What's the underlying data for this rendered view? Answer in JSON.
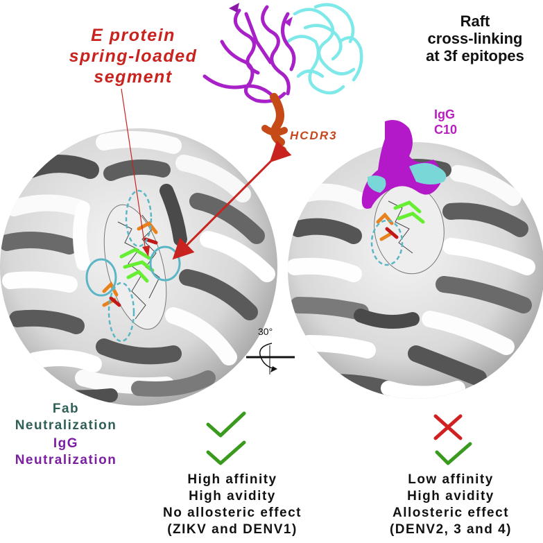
{
  "labels": {
    "spring_loaded": [
      "E protein",
      "spring-loaded",
      "segment"
    ],
    "raft": [
      "Raft",
      "cross-linking",
      "at 3f epitopes"
    ],
    "hcdr3": "HCDR3",
    "igg_c10": [
      "IgG",
      "C10"
    ],
    "rotation": "30°",
    "fab_neutralization": [
      "Fab",
      "Neutralization"
    ],
    "igg_neutralization": [
      "IgG",
      "Neutralization"
    ],
    "left_properties": [
      "High affinity",
      "High avidity",
      "No allosteric effect",
      "(ZIKV and DENV1)"
    ],
    "right_properties": [
      "Low affinity",
      "High avidity",
      "Allosteric effect",
      "(DENV2, 3 and 4)"
    ]
  },
  "results": {
    "left": {
      "fab": "check",
      "igg": "check"
    },
    "right": {
      "fab": "cross",
      "igg": "check"
    }
  },
  "colors": {
    "title_red": "#c8231e",
    "hcdr3_orange": "#c4461c",
    "igg_magenta": "#b81ec0",
    "fab_teal": "#2f5f57",
    "igg_purple": "#7a1fa0",
    "check_green": "#3a9a1e",
    "cross_red": "#d02020",
    "heavy_chain": "#a820c8",
    "light_chain": "#7fe8e8",
    "epitope_green": "#66ee33",
    "epitope_orange": "#e8821e",
    "dashed_ellipse": "#5ab6c4"
  }
}
